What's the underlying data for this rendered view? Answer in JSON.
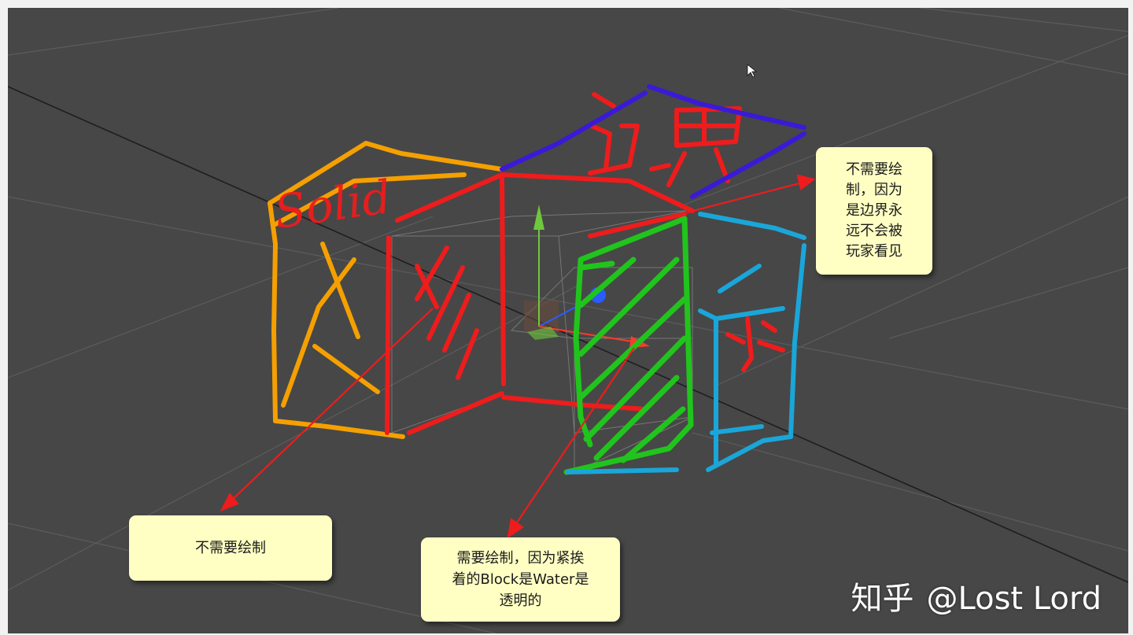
{
  "scene": {
    "background_color": "#474747",
    "annotation_colors": {
      "solid_cube": "#f5a000",
      "boundary_face": "#ee1c1c",
      "boundary_top": "#3a1ad6",
      "water_face": "#21c41c",
      "water_cube": "#1aa6d9",
      "arrows": "#ee1c1c"
    },
    "handwritten_labels": {
      "solid": "Solid",
      "boundary": "边界",
      "water": "水"
    },
    "gizmo": {
      "y_axis_color": "#6ec83c",
      "z_axis_color": "#2a5cff",
      "x_axis_color": "#ff3a2a"
    }
  },
  "callouts": {
    "boundary_note": "不需要绘\n制，因为\n是边界永\n远不会被\n玩家看见",
    "solid_note": "不需要绘制",
    "water_note": "需要绘制，因为紧挨\n着的Block是Water是\n透明的"
  },
  "watermark": {
    "logo": "知乎",
    "author": "@Lost Lord"
  },
  "icons": {
    "cursor": "mouse-pointer-icon"
  }
}
